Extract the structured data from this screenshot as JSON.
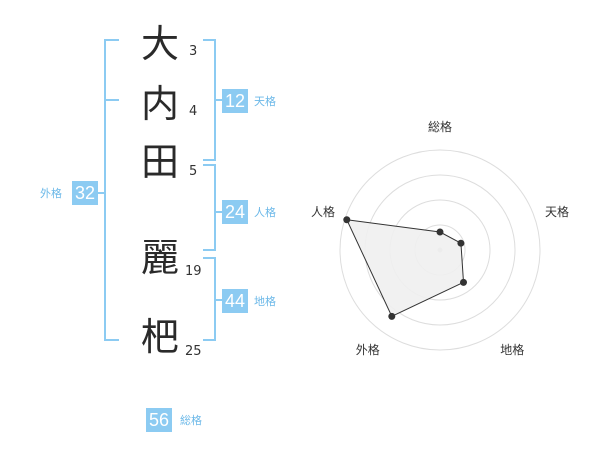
{
  "name": {
    "characters": [
      {
        "char": "大",
        "strokes": "3"
      },
      {
        "char": "内",
        "strokes": "4"
      },
      {
        "char": "田",
        "strokes": "5"
      },
      {
        "char": "麗",
        "strokes": "19"
      },
      {
        "char": "杷",
        "strokes": "25"
      }
    ]
  },
  "fortunes": {
    "tenkaku": {
      "label": "天格",
      "value": "12"
    },
    "jinkaku": {
      "label": "人格",
      "value": "24"
    },
    "chikaku": {
      "label": "地格",
      "value": "44"
    },
    "gaikaku": {
      "label": "外格",
      "value": "32"
    },
    "soukaku": {
      "label": "総格",
      "value": "56"
    }
  },
  "colors": {
    "accent": "#8ccbf2",
    "accent_text": "#6bb8e8",
    "bracket": "#8ccbf2",
    "radar_ring": "#dddddd",
    "radar_fill": "#efefef",
    "radar_line": "#333333"
  },
  "chart_data": {
    "type": "radar",
    "axes": [
      "総格",
      "天格",
      "地格",
      "外格",
      "人格"
    ],
    "values": [
      0.18,
      0.22,
      0.4,
      0.82,
      0.98
    ],
    "range": [
      0,
      1
    ],
    "rings": 4
  }
}
